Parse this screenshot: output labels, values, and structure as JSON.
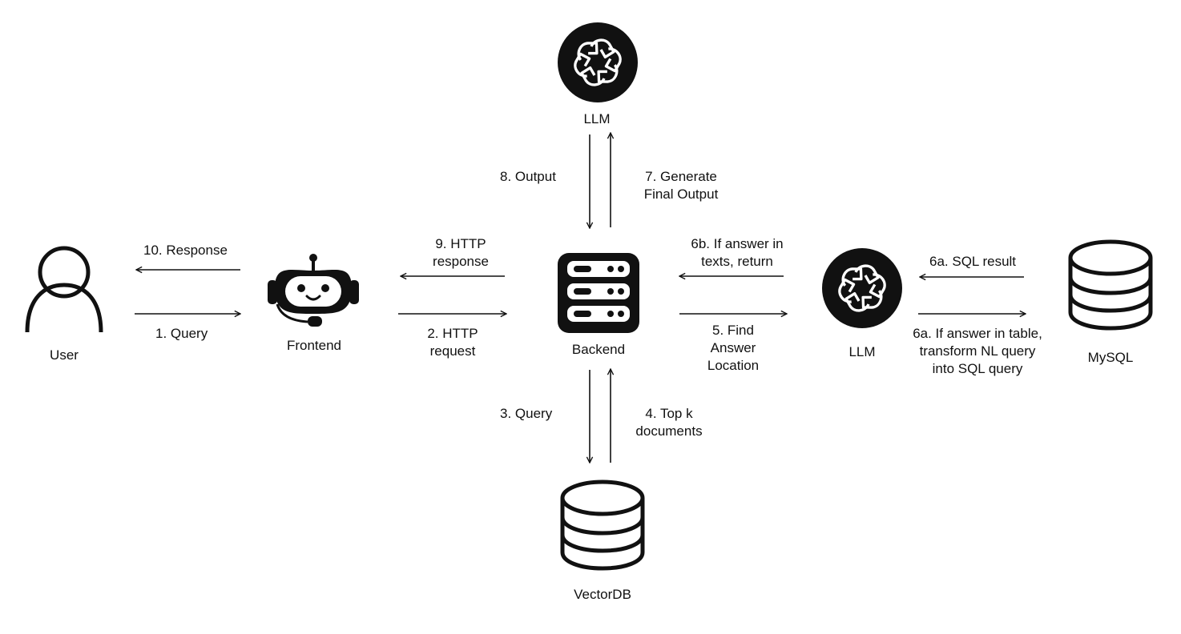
{
  "nodes": {
    "user": "User",
    "frontend": "Frontend",
    "backend": "Backend",
    "llm_top": "LLM",
    "llm_right": "LLM",
    "mysql": "MySQL",
    "vectordb": "VectorDB"
  },
  "edges": {
    "e1": "1. Query",
    "e2": "2. HTTP\nrequest",
    "e3": "3. Query",
    "e4": "4. Top k\ndocuments",
    "e5": "5. Find\nAnswer\nLocation",
    "e6a_result": "6a. SQL result",
    "e6a_query": "6a. If answer in table,\ntransform NL query\ninto SQL query",
    "e6b": "6b. If answer in\ntexts, return",
    "e7": "7. Generate\nFinal Output",
    "e8": "8. Output",
    "e9": "9. HTTP\nresponse",
    "e10": "10. Response"
  },
  "icons": {
    "user": "user-icon",
    "frontend": "robot-icon",
    "backend": "server-icon",
    "llm": "openai-logo-icon",
    "database": "database-icon"
  },
  "colors": {
    "ink": "#111111",
    "background": "#ffffff"
  }
}
